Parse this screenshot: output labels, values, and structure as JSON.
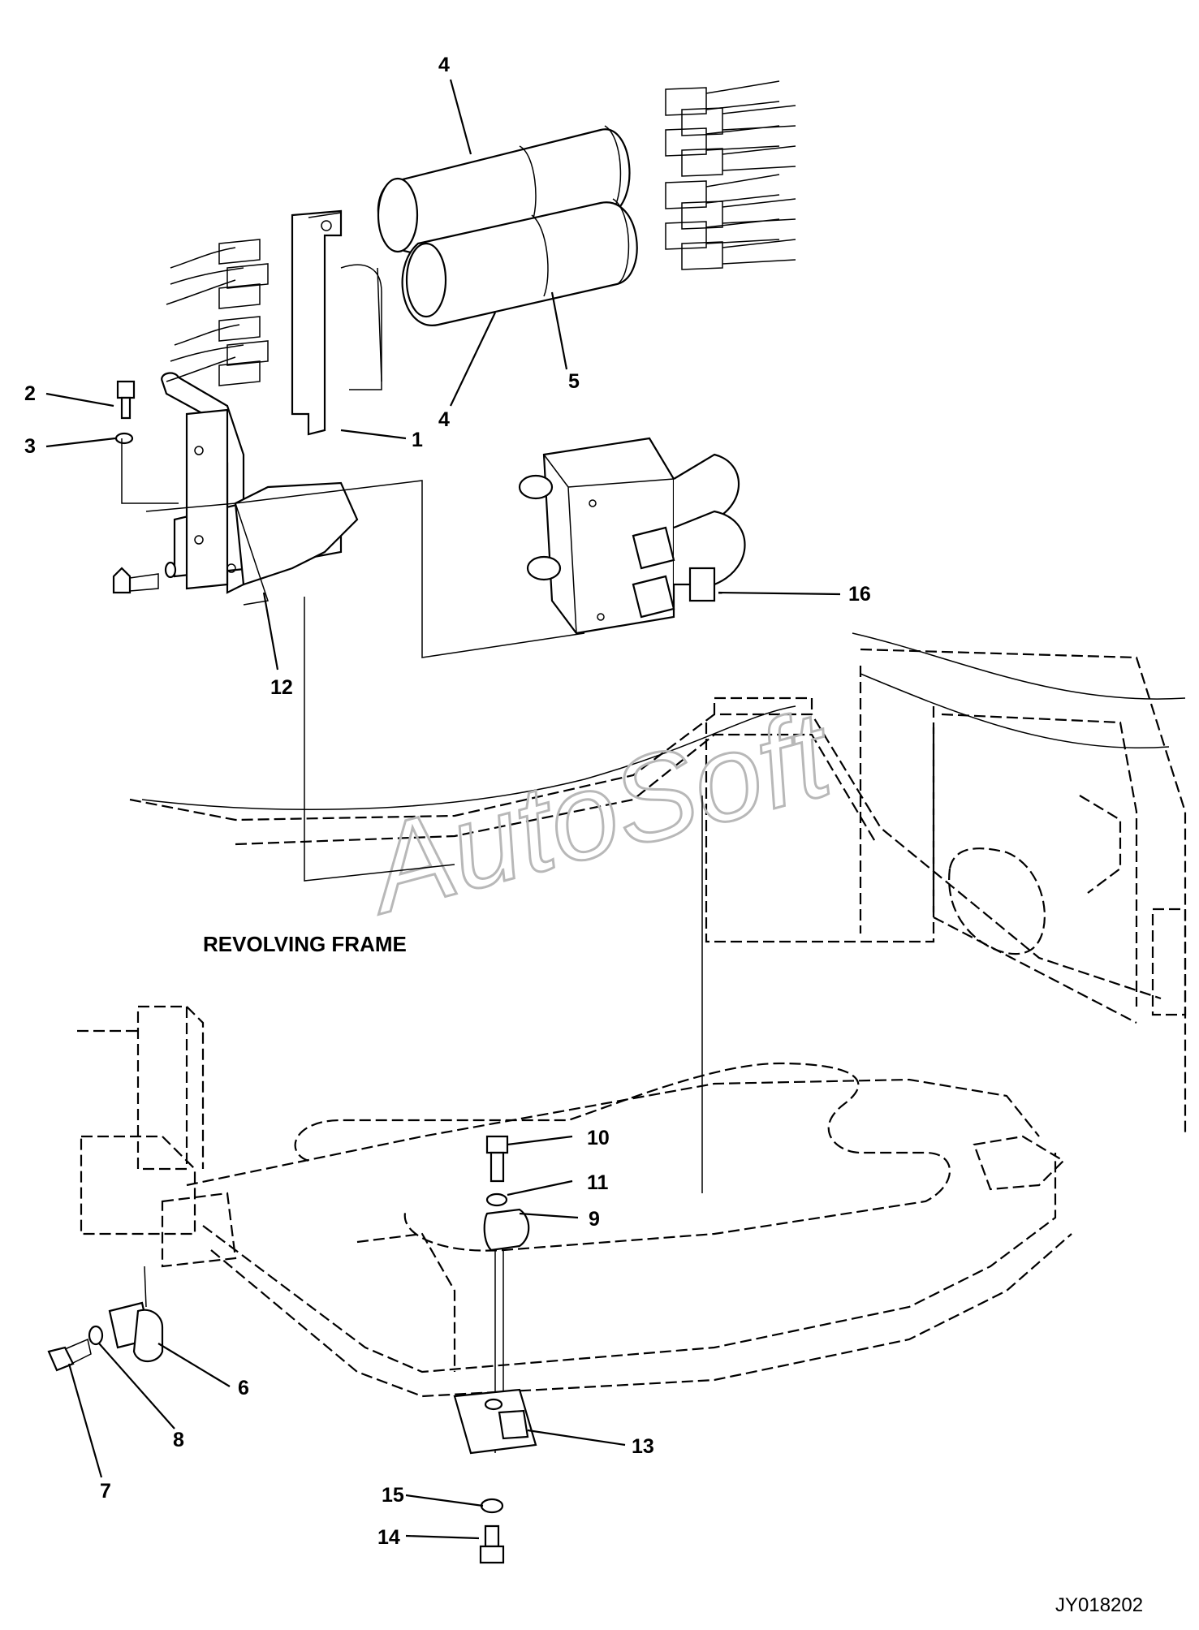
{
  "diagram": {
    "frame_label": "REVOLVING FRAME",
    "drawing_code": "JY018202",
    "watermark": "AutoSoft",
    "callouts": [
      {
        "id": "4a",
        "text": "4"
      },
      {
        "id": "4b",
        "text": "4"
      },
      {
        "id": "5",
        "text": "5"
      },
      {
        "id": "2",
        "text": "2"
      },
      {
        "id": "3",
        "text": "3"
      },
      {
        "id": "1",
        "text": "1"
      },
      {
        "id": "12",
        "text": "12"
      },
      {
        "id": "16",
        "text": "16"
      },
      {
        "id": "10",
        "text": "10"
      },
      {
        "id": "11",
        "text": "11"
      },
      {
        "id": "9",
        "text": "9"
      },
      {
        "id": "6",
        "text": "6"
      },
      {
        "id": "8",
        "text": "8"
      },
      {
        "id": "7",
        "text": "7"
      },
      {
        "id": "13",
        "text": "13"
      },
      {
        "id": "15",
        "text": "15"
      },
      {
        "id": "14",
        "text": "14"
      }
    ]
  }
}
